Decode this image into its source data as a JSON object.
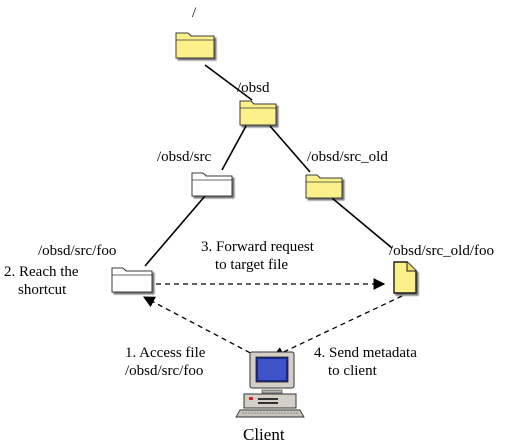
{
  "nodes": {
    "root": {
      "path": "/",
      "type": "folder",
      "fill": "#fbf08a"
    },
    "obsd": {
      "path": "/obsd",
      "type": "folder",
      "fill": "#fbf08a"
    },
    "src": {
      "path": "/obsd/src",
      "type": "folder",
      "fill": "#ffffff"
    },
    "src_old": {
      "path": "/obsd/src_old",
      "type": "folder",
      "fill": "#fbf08a"
    },
    "src_foo": {
      "path": "/obsd/src/foo",
      "type": "shortcut-folder",
      "fill": "#ffffff"
    },
    "src_old_foo": {
      "path": "/obsd/src_old/foo",
      "type": "file",
      "fill": "#fbf08a"
    }
  },
  "steps": {
    "step1": {
      "line1": "1. Access file",
      "line2": "/obsd/src/foo"
    },
    "step2": {
      "line1": "2. Reach the",
      "line2": "shortcut"
    },
    "step3": {
      "line1": "3. Forward request",
      "line2": "to target file"
    },
    "step4": {
      "line1": "4. Send metadata",
      "line2": "to client"
    }
  },
  "client": {
    "label": "Client",
    "icon": "computer-icon"
  },
  "colors": {
    "folder_yellow": "#fbf08a",
    "line": "#000000"
  }
}
